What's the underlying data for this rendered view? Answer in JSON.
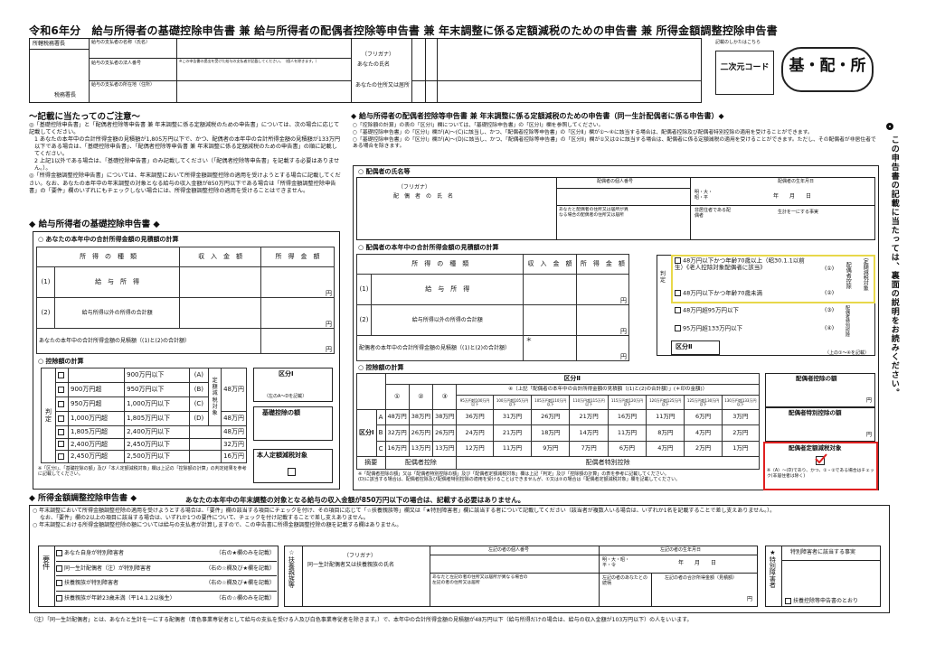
{
  "header": {
    "title": "令和6年分　給与所得者の基礎控除申告書 兼 給与所得者の配偶者控除等申告書 兼 年末調整に係る定額減税のための申告書 兼 所得金額調整控除申告書",
    "office_head": "所轄税務署長",
    "tax_office": "税務署長",
    "payer_name": "給与の支払者の名称（氏名）",
    "payer_number": "給与の支払者の法人番号",
    "payer_addr": "給与の支払者の所在地（住所）",
    "payer_number_note": "※この申告書の提出を受けた給与の支払者が記載してください。（個人を除きます。）",
    "furigana": "（フリガナ）",
    "your_name": "あなたの氏名",
    "your_addr": "あなたの住所又は居所",
    "seal_note": "記載のしかたはこちら",
    "qr_label": "二次元コード",
    "stamp": "基・配・所"
  },
  "notes": {
    "title": "～記載に当たってのご注意～",
    "items": [
      "◎「基礎控除申告書」と「配偶者控除等申告書 兼 年末調整に係る定額減税のための申告書」については、次の場合に応じて記載してください。",
      "1 あなたの本年中の合計所得金額の見積額が1,805万円以下で、かつ、配偶者の本年中の合計所得金額の見積額が133万円以下である場合は、「基礎控除申告書」、「配偶者控除等申告書 兼 年末調整に係る定額減税のための申告書」の順に記載してください。",
      "2 上記1以外である場合は、「基礎控除申告書」のみ記載してください（「配偶者控除等申告書」を記載する必要はありません。）。",
      "◎「所得金額調整控除申告書」については、年末調整において所得金額調整控除の適用を受けようとする場合に記載してください。なお、あなたの本年中の年末調整の対象となる給与の収入金額が850万円以下である場合は「所得金額調整控除申告書」の「要件」欄のいずれにもチェックしない場合には、所得金額調整控除の適用を受けることはできません。"
    ]
  },
  "kiso": {
    "title": "◆ 給与所得者の基礎控除申告書 ◆",
    "calc_title": "○ あなたの本年中の合計所得金額の見積額の計算",
    "col_kind": "所　得　の　種　類",
    "col_income": "収　入　金　額",
    "col_amount": "所　得　金　額",
    "row1": "給　与　所　得",
    "row2": "給与所得以外の所得の合計額",
    "row_total": "あなたの本年中の合計所得金額の見積額（(1)と(2)の合計額）",
    "yen": "円",
    "deduct_title": "○ 控除額の計算",
    "judge": "判定",
    "brackets": [
      {
        "low": "",
        "high": "900万円以下",
        "code": "(A)"
      },
      {
        "low": "900万円超",
        "high": "950万円以下",
        "code": "(B)"
      },
      {
        "low": "950万円超",
        "high": "1,000万円以下",
        "code": "(C)"
      },
      {
        "low": "1,000万円超",
        "high": "1,805万円以下",
        "code": "(D)"
      },
      {
        "low": "1,805万円超",
        "high": "2,400万円以下",
        "code": ""
      },
      {
        "low": "2,400万円超",
        "high": "2,450万円以下",
        "code": ""
      },
      {
        "low": "2,450万円超",
        "high": "2,500万円以下",
        "code": ""
      }
    ],
    "fixed_label": "定額減税対象",
    "amounts": [
      "48万円",
      "32万円",
      "16万円"
    ],
    "kubun1": "区分Ⅰ",
    "kubun1_note": "（左のA～Dを記載）",
    "kiso_amount": "基礎控除の額",
    "self_fixed": "本人定額減税対象",
    "footnote": "※「区分Ⅰ」、「基礎控除の額」及び「本人定額減税対象」欄は上記の「控除額の計算」の判定結果を参考に記載してください。"
  },
  "haigu": {
    "title": "◆ 給与所得者の配偶者控除等申告書 兼 年末調整に係る定額減税のための申告書（同一生計配偶者に係る申告書）◆",
    "intro": [
      "○「控除額の計算」の表の「区分Ⅰ」欄については、「基礎控除申告書」の「区分Ⅰ」欄を参照してください。",
      "○「基礎控除申告書」の「区分Ⅰ」欄が(A)～(C)に該当し、かつ、「配偶者控除等申告書」の「区分Ⅱ」欄が①～④に該当する場合は、配偶者控除及び配偶者特別控除の適用を受けることができます。",
      "○「基礎控除申告書」の「区分Ⅰ」欄が(A)～(D)に該当し、かつ、「配偶者控除等申告書」の「区分Ⅱ」欄が①又は②に該当する場合は、配偶者に係る定額減税の適用を受けることができます。ただし、その配偶者が非居住者である場合を除きます。"
    ],
    "spouse_name_title": "○ 配偶者の氏名等",
    "furigana": "（フリガナ）",
    "spouse_name": "配　偶　者　の　氏　名",
    "spouse_number": "配偶者の個人番号",
    "spouse_addr": "あなたと配偶者の住所又は居所が異なる場合の配偶者の住所又は居所",
    "nonres": "非居住者である配偶者",
    "same_life": "生計を一にする事実",
    "birthday": "配偶者の生年月日",
    "era": "明・大・昭・平",
    "ymd": "年　　月　　日",
    "calc_title": "○ 配偶者の本年中の合計所得金額の見積額の計算",
    "row_total": "配偶者の本年中の合計所得金額の見積額（(1)と(2)の合計額）",
    "judge": "判定",
    "judge_rows": [
      {
        "text": "48万円以下かつ年齢70歳以上（昭30.1.1以前生）《老人控除対象配偶者に該当》",
        "code": "(①)"
      },
      {
        "text": "48万円以下かつ年齢70歳未満",
        "code": "(②)"
      },
      {
        "text": "48万円超95万円以下",
        "code": "(③)"
      },
      {
        "text": "95万円超133万円以下",
        "code": "(④)"
      }
    ],
    "spouse_deduct": "配偶者控除",
    "spouse_special": "配偶者特別控除",
    "fixed": "定額減税対象",
    "kubun2": "区分Ⅱ",
    "kubun2_note": "（上の①～④を記載）",
    "deduct_title": "○ 控除額の計算",
    "kubun2_head": "区分Ⅱ",
    "sub_head": "④（上記「配偶者の本年中の合計所得金額の見積額（(1)と(2)の合計額）」(＊印の金額)）",
    "circ_heads": [
      "①",
      "②",
      "③"
    ],
    "ranges": [
      "95万円超100万円以下",
      "100万円超105万円以下",
      "105万円超110万円以下",
      "110万円超115万円以下",
      "115万円超120万円以下",
      "120万円超125万円以下",
      "125万円超130万円以下",
      "130万円超133万円以下"
    ],
    "rows": [
      {
        "k": "A",
        "v": [
          "48万円",
          "38万円",
          "38万円",
          "36万円",
          "31万円",
          "26万円",
          "21万円",
          "16万円",
          "11万円",
          "6万円",
          "3万円"
        ]
      },
      {
        "k": "B",
        "v": [
          "32万円",
          "26万円",
          "26万円",
          "24万円",
          "21万円",
          "18万円",
          "14万円",
          "11万円",
          "8万円",
          "4万円",
          "2万円"
        ]
      },
      {
        "k": "C",
        "v": [
          "16万円",
          "13万円",
          "13万円",
          "12万円",
          "11万円",
          "9万円",
          "7万円",
          "6万円",
          "4万円",
          "2万円",
          "1万円"
        ]
      }
    ],
    "kubun1": "区分Ⅰ",
    "summary": "摘要",
    "sum1": "配偶者控除",
    "sum2": "配偶者特別控除",
    "right1": "配偶者控除の額",
    "right2": "配偶者特別控除の額",
    "right3": "配偶者定額減税対象",
    "right3_note": "※（A）～(D)であり、かつ、①・②である場合はチェック(非居住者は除く)",
    "note": [
      "※「配偶者控除の額」又は「配偶者特別控除の額」及び「配偶者定額減税対象」欄は上記「判定」及び「控除額の計算」の表を参考に記載してください。",
      "(D)に該当する場合は、配偶者控除及び配偶者特別控除の適用を受けることはできませんが、①又は②の場合は「配偶者定額減税対象」欄を記載してください。"
    ]
  },
  "shotoku": {
    "title": "◆ 所得金額調整控除申告書 ◆",
    "subtitle": "あなたの本年中の年末調整の対象となる給与の収入金額が850万円以下の場合は、記載する必要はありません。",
    "intro": [
      "○ 年末調整において所得金額調整控除の適用を受けようとする場合は、「要件」欄の該当する項目にチェックを付け、その項目に応じて「☆扶養親族等」欄又は「★特別障害者」欄に該当する者について記載してください（該当者が複数人いる場合は、いずれか1名を記載することで差し支えありません。）。",
      "なお、「要件」欄の2以上の項目に該当する場合は、いずれか1つの要件について、チェックを付け記載することで差し支えありません。",
      "○ 年末調整における所得金額調整控除の額については給与の支払者が計算しますので、この申告書に所得金額調整控除の額を記載する欄はありません。"
    ],
    "req": "要件",
    "reqs": [
      {
        "t": "あなた自身が特別障害者",
        "n": "（右の★欄のみを記載）"
      },
      {
        "t": "同一生計配偶者（注）が特別障害者",
        "n": "（右の☆欄及び★欄を記載）"
      },
      {
        "t": "扶養親族が特別障害者",
        "n": "（右の☆欄及び★欄を記載）"
      },
      {
        "t": "扶養親族が年齢23歳未満（平14.1.2以後生）",
        "n": "（右の☆欄のみを記載）"
      }
    ],
    "fuyou": "☆扶養親族等",
    "furigana": "（フリガナ）",
    "name": "同一生計配偶者又は扶養親族の氏名",
    "number": "左記の者の個人番号",
    "birthday": "左記の者の生年月日",
    "era": "明・大・昭・平・令",
    "ymd": "年　　月　　日",
    "diff_addr": "あなたと左記の者の住所又は居所が異なる場合の左記の者の住所又は居所",
    "relation": "左記の者のあなたとの続柄",
    "income": "左記の者の合計所得金額（見積額）",
    "yen": "円",
    "special": "★特別障害者",
    "special_fact": "特別障害者に該当する事実",
    "dep_check": "扶養控除等申告書のとおり",
    "footer": "（注）「同一生計配偶者」とは、あなたと生計を一にする配偶者（青色事業専従者として給与の支払を受ける人及び白色事業専従者を除きます。）で、本年中の合計所得金額の見積額が48万円以下（給与所得だけの場合は、給与の収入金額が103万円以下）の人をいいます。"
  },
  "side": {
    "text": "この申告書の記載に当たっては、裏面の説明をお読みください。"
  }
}
